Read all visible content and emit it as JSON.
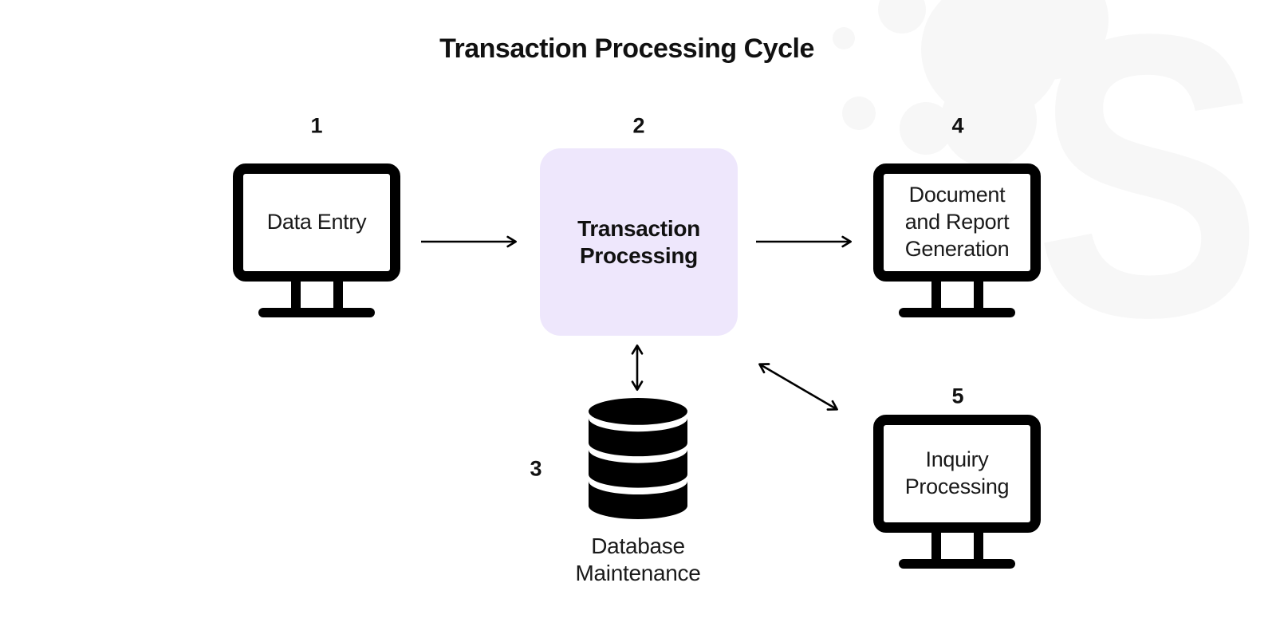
{
  "title": "Transaction Processing Cycle",
  "watermark_letter": "S",
  "colors": {
    "process_fill": "#eee7fc",
    "ink": "#111111",
    "icon": "#000000",
    "watermark": "#f7f7f7"
  },
  "nodes": [
    {
      "number": "1",
      "label": "Data Entry",
      "type": "monitor"
    },
    {
      "number": "2",
      "label": "Transaction Processing",
      "type": "process"
    },
    {
      "number": "3",
      "label": "Database Maintenance",
      "type": "database"
    },
    {
      "number": "4",
      "label": "Document and Report Generation",
      "type": "monitor"
    },
    {
      "number": "5",
      "label": "Inquiry Processing",
      "type": "monitor"
    }
  ],
  "edges": [
    {
      "from": "Data Entry",
      "to": "Transaction Processing",
      "type": "one-way"
    },
    {
      "from": "Transaction Processing",
      "to": "Document and Report Generation",
      "type": "one-way"
    },
    {
      "from": "Transaction Processing",
      "to": "Database Maintenance",
      "type": "two-way"
    },
    {
      "from": "Transaction Processing",
      "to": "Inquiry Processing",
      "type": "two-way"
    }
  ]
}
